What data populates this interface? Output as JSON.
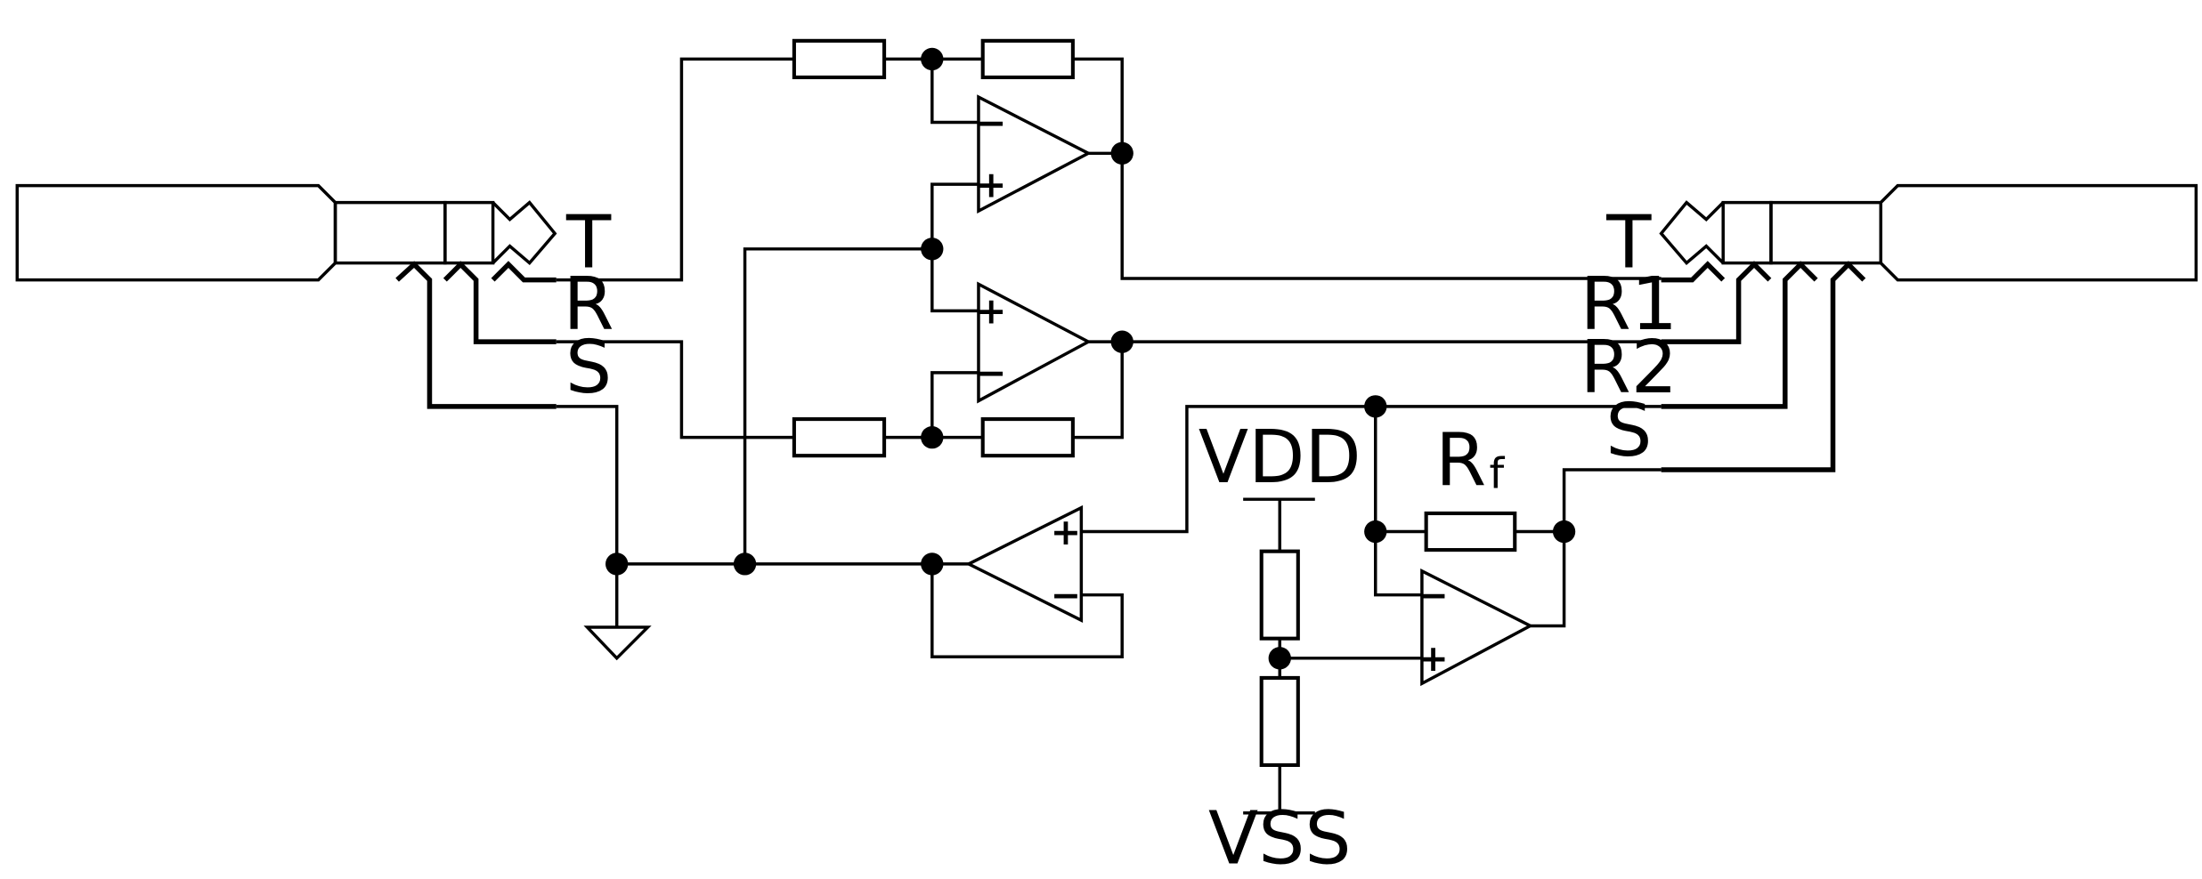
{
  "diagram": {
    "left_jack": {
      "labels": {
        "tip": "T",
        "ring": "R",
        "sleeve": "S"
      }
    },
    "right_jack": {
      "labels": {
        "tip": "T",
        "ring1": "R1",
        "ring2": "R2",
        "sleeve": "S"
      }
    },
    "supply": {
      "positive": "VDD",
      "negative": "VSS"
    },
    "feedback_resistor": {
      "main": "R",
      "subscript": "f"
    },
    "opamp_signs": {
      "plus": "+",
      "minus": "−"
    }
  }
}
